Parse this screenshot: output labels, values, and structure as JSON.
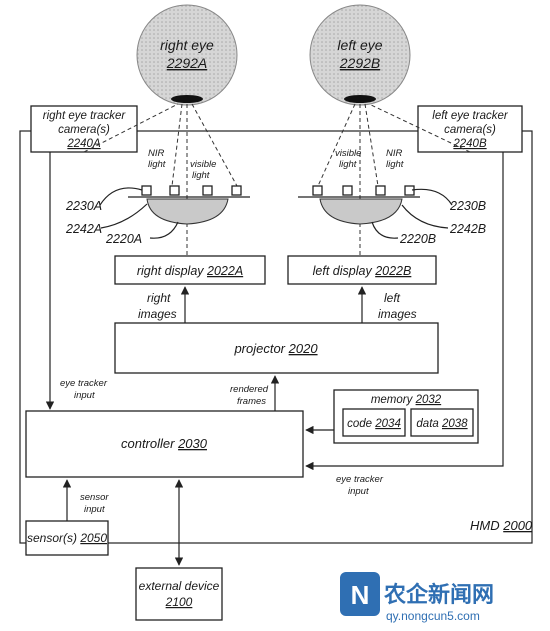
{
  "labels": {
    "right_eye": "right eye",
    "right_eye_num": "2292A",
    "left_eye": "left eye",
    "left_eye_num": "2292B",
    "right_tracker_l1": "right eye tracker",
    "right_tracker_l2": "camera(s)",
    "right_tracker_num": "2240A",
    "left_tracker_l1": "left eye tracker",
    "left_tracker_l2": "camera(s)",
    "left_tracker_num": "2240B",
    "nir_light_r_1": "NIR",
    "nir_light_r_2": "light",
    "visible_light_r_1": "visible",
    "visible_light_r_2": "light",
    "visible_light_l_1": "visible",
    "visible_light_l_2": "light",
    "nir_light_l_1": "NIR",
    "nir_light_l_2": "light",
    "ref_2230A": "2230A",
    "ref_2242A": "2242A",
    "ref_2220A": "2220A",
    "ref_2230B": "2230B",
    "ref_2242B": "2242B",
    "ref_2220B": "2220B",
    "right_display": "right display",
    "right_display_num": "2022A",
    "left_display": "left display",
    "left_display_num": "2022B",
    "right_images_1": "right",
    "right_images_2": "images",
    "left_images_1": "left",
    "left_images_2": "images",
    "projector": "projector",
    "projector_num": "2020",
    "rendered_1": "rendered",
    "rendered_2": "frames",
    "eye_tracker_input_1a": "eye tracker",
    "eye_tracker_input_1b": "input",
    "memory": "memory",
    "memory_num": "2032",
    "code": "code",
    "code_num": "2034",
    "data": "data",
    "data_num": "2038",
    "controller": "controller",
    "controller_num": "2030",
    "eye_tracker_input_2a": "eye tracker",
    "eye_tracker_input_2b": "input",
    "sensor_input_1": "sensor",
    "sensor_input_2": "input",
    "hmd": "HMD",
    "hmd_num": "2000",
    "sensors": "sensor(s)",
    "sensors_num": "2050",
    "external_device_1": "external device",
    "external_device_num": "2100",
    "watermark_url": "qy.nongcun5.com",
    "watermark_cn": "农企新闻网"
  }
}
